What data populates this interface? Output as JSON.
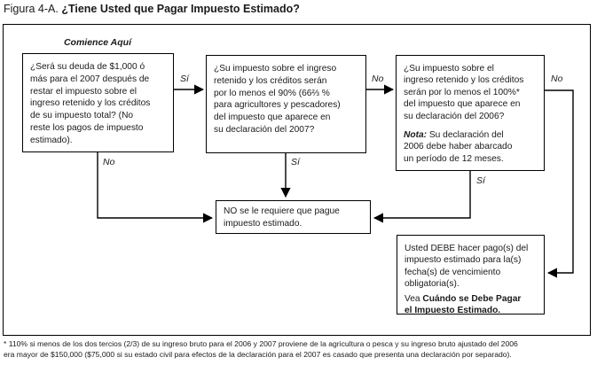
{
  "figure": {
    "title_prefix": "Figura 4-A.",
    "title_main": " ¿Tiene Usted que Pagar Impuesto Estimado?",
    "start_label": "Comience Aquí"
  },
  "boxes": {
    "q_debt": "¿Será su deuda de $1,000 ó\nmás para el 2007 después de\nrestar el impuesto sobre el\ningreso retenido y los créditos\nde su impuesto total? (No\nreste los pagos de impuesto\nestimado).",
    "q_90pct": "¿Su impuesto sobre el ingreso\nretenido y los créditos serán\npor lo menos el 90% (66⅔ %\npara agricultores y pescadores)\ndel impuesto que aparece en\nsu declaración del 2007?",
    "q_100pct": "¿Su impuesto sobre el\ningreso retenido y los créditos\nserán por lo menos el 100%*\ndel impuesto que aparece en\nsu declaración del 2006?",
    "q_100pct_note_label": "Nota:",
    "q_100pct_note": " Su declaración del\n2006 debe haber abarcado\nun período de 12 meses.",
    "result_not_required": "NO se le requiere que pague\nimpuesto estimado.",
    "result_must_pay": "Usted DEBE hacer pago(s) del\nimpuesto estimado para la(s)\nfecha(s) de vencimiento\nobligatoria(s).",
    "result_must_pay_see": "Vea ",
    "result_must_pay_ref": "Cuándo se Debe Pagar\nel Impuesto Estimado."
  },
  "connectors": {
    "yes_1": "Sí",
    "no_1": "No",
    "no_2": "No",
    "yes_2": "Sí",
    "no_3": "No",
    "yes_3": "Sí"
  },
  "footnote": "* 110% si menos de los dos tercios (2/3) de su ingreso bruto para el 2006 y 2007 proviene de la agricultura o pesca y su ingreso bruto ajustado del 2006\nera mayor de $150,000 ($75,000 si su estado civil para efectos de la declaración para el 2007 es casado que presenta una declaración por separado).",
  "colors": {
    "ink": "#1a1a1a",
    "background": "#ffffff"
  }
}
